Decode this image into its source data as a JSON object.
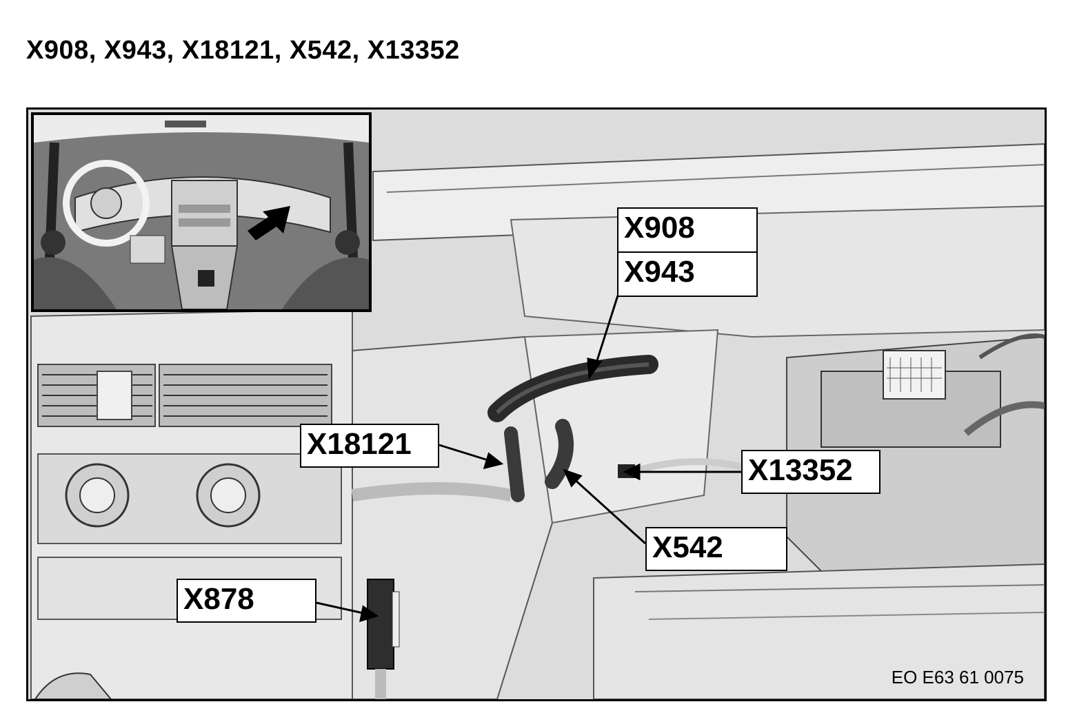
{
  "title": "X908, X943, X18121, X542, X13352",
  "callouts": {
    "x908": "X908",
    "x943": "X943",
    "x18121": "X18121",
    "x13352": "X13352",
    "x542": "X542",
    "x878": "X878"
  },
  "reference_code": "EO E63 61 0075",
  "colors": {
    "ink": "#000000",
    "background": "#ffffff",
    "illustration": "#d9d9d9"
  }
}
